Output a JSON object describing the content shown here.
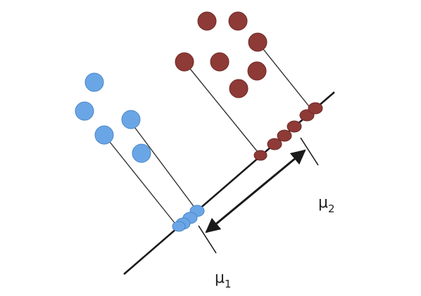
{
  "colors": {
    "class_1": "#6aa6e6",
    "class_1_stroke": "#4b86c8",
    "class_2": "#8e3a36",
    "class_2_stroke": "#6f2a27",
    "line": "#1a1a1a",
    "projection": "#333333"
  },
  "labels": {
    "mu1": {
      "symbol": "μ",
      "subscript": "1"
    },
    "mu2": {
      "symbol": "μ",
      "subscript": "2"
    }
  }
}
